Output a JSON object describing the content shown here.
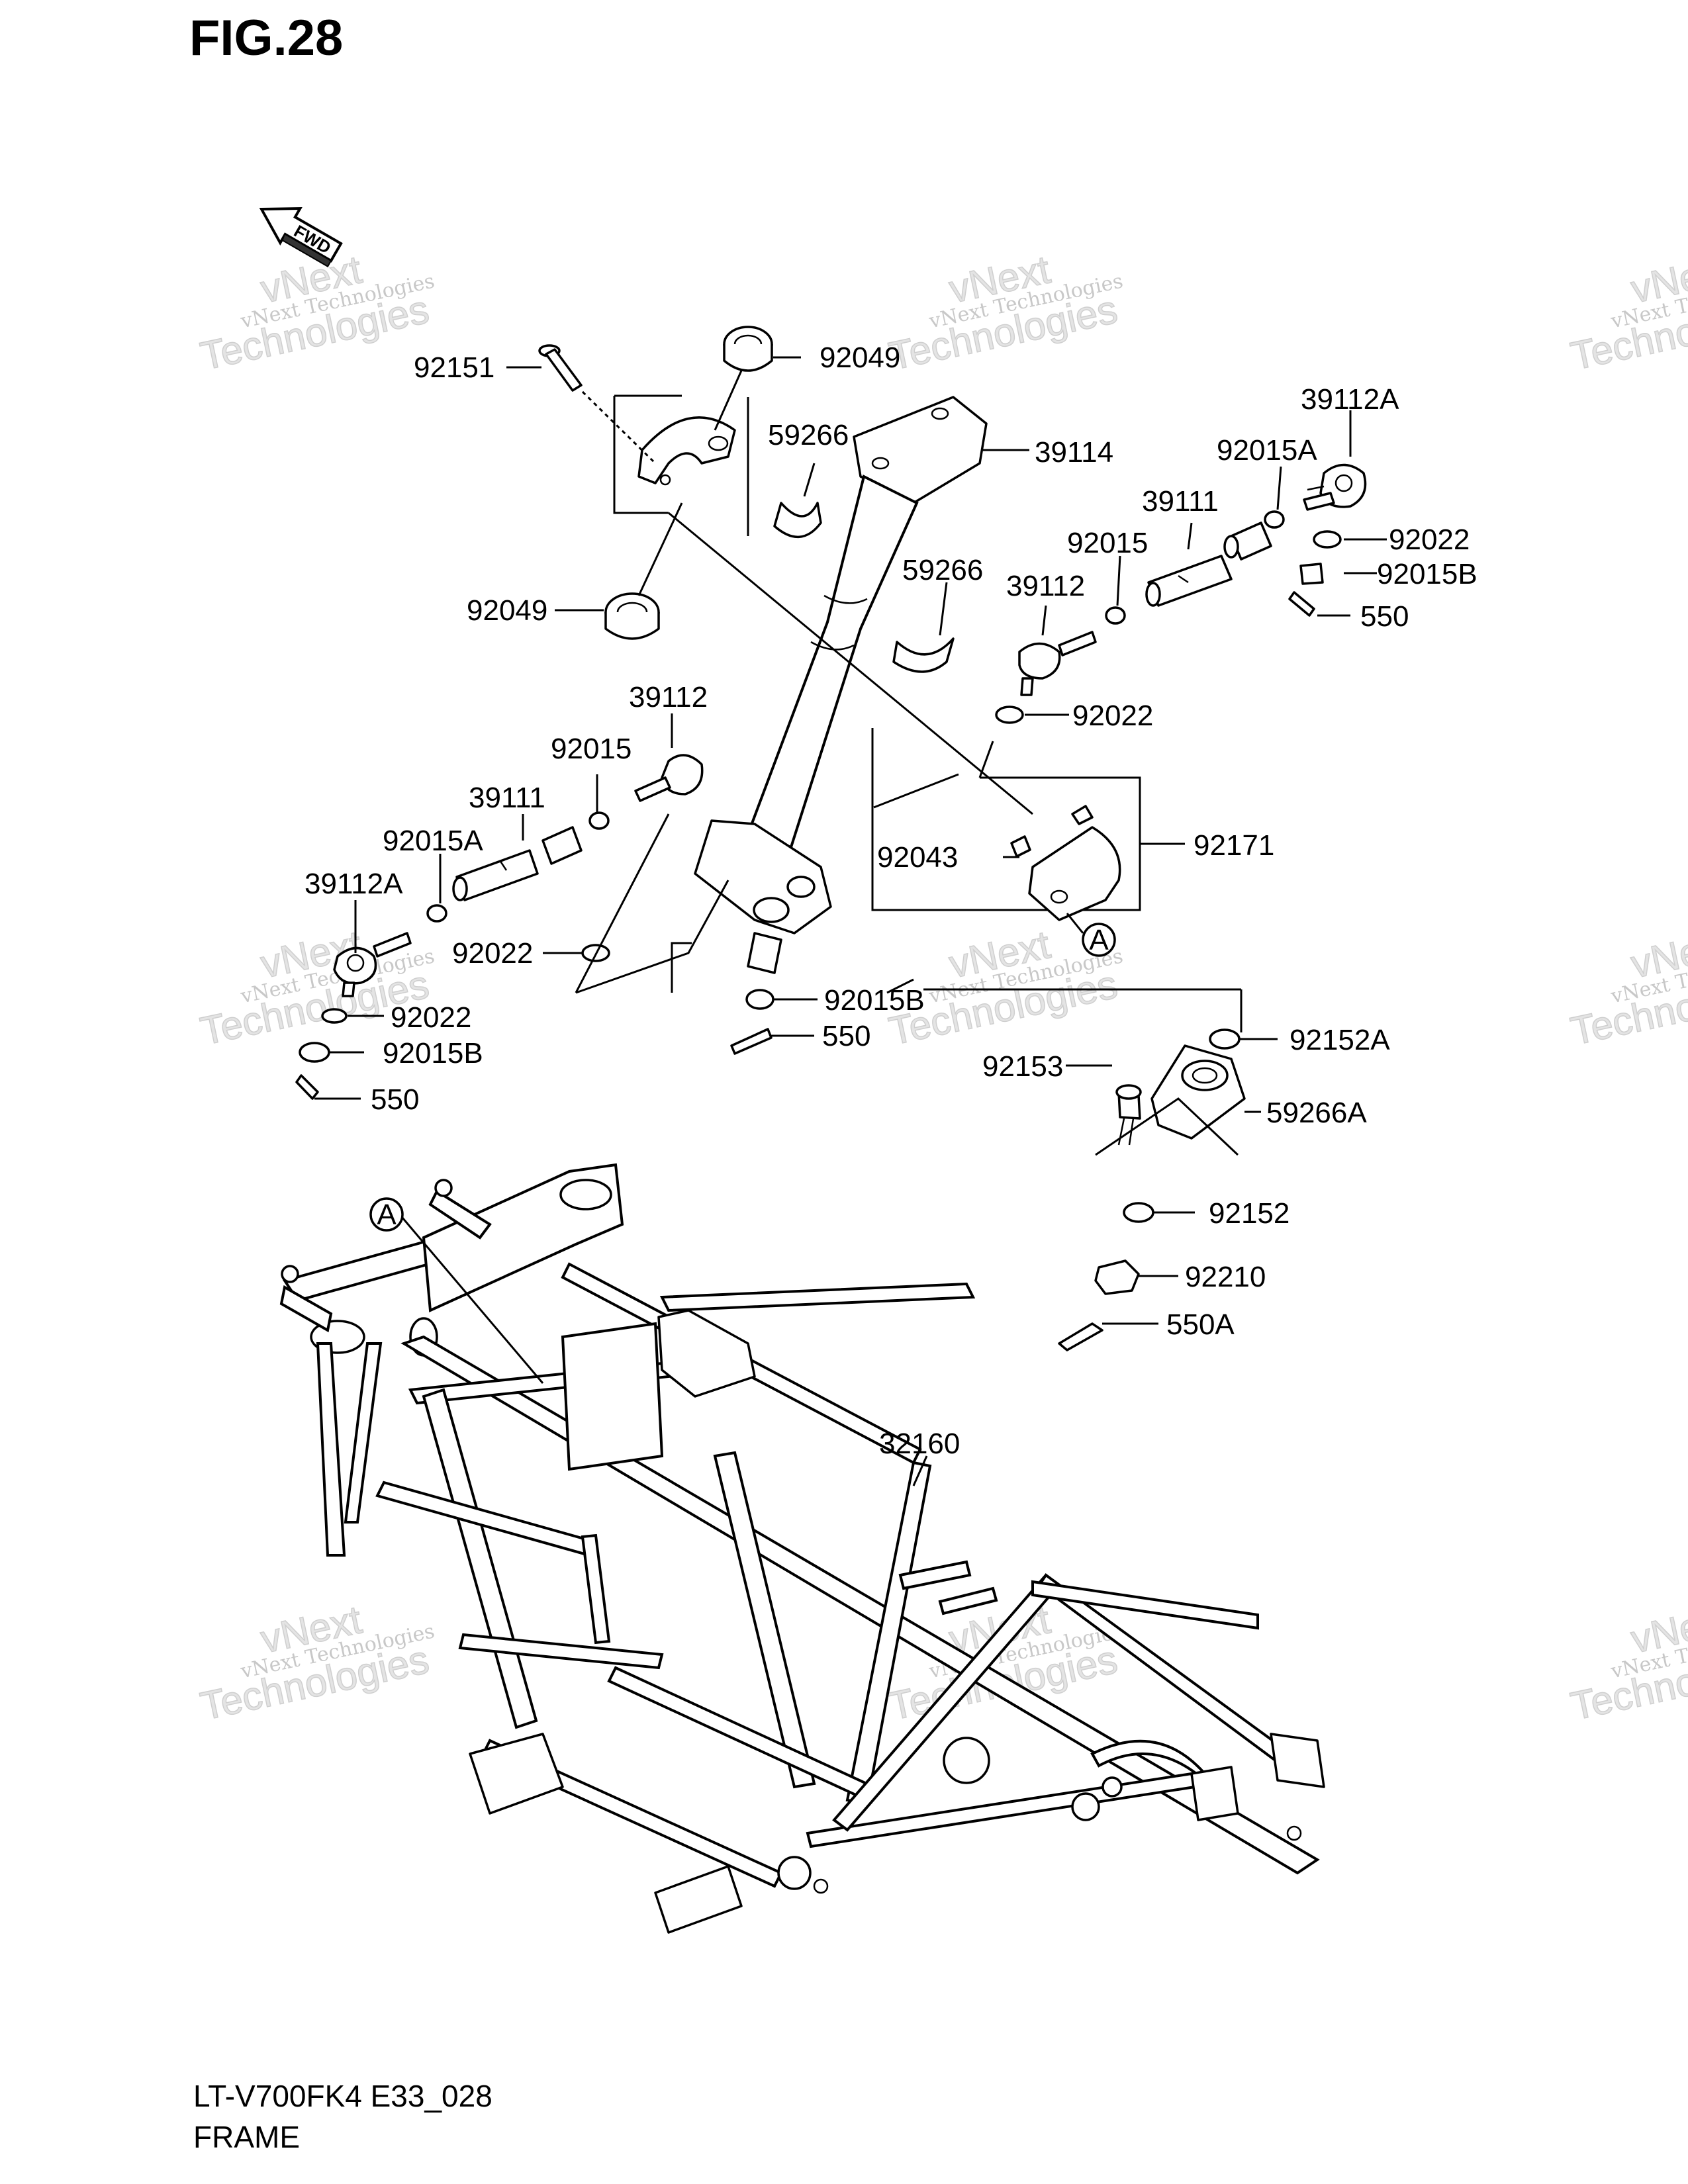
{
  "figure": {
    "title": "FIG.28"
  },
  "footer": {
    "model": "LT-V700FK4 E33_028",
    "name": "FRAME"
  },
  "fwd_arrow": {
    "text": "FWD"
  },
  "callout_marker": "A",
  "watermark": {
    "line1": "vNext Technologies",
    "line2": "Technologies",
    "line3": "vNext"
  },
  "part_labels": [
    "92151",
    "92049",
    "59266",
    "39114",
    "92049",
    "59266",
    "39112A",
    "92015A",
    "39111",
    "92015",
    "92022",
    "92015B",
    "550",
    "39112",
    "92022",
    "39112",
    "92015",
    "39111",
    "92015A",
    "39112A",
    "92022",
    "92022",
    "92015B",
    "550",
    "92043",
    "92171",
    "92015B",
    "550",
    "92152A",
    "92153",
    "59266A",
    "92152",
    "92210",
    "550A",
    "32160"
  ]
}
